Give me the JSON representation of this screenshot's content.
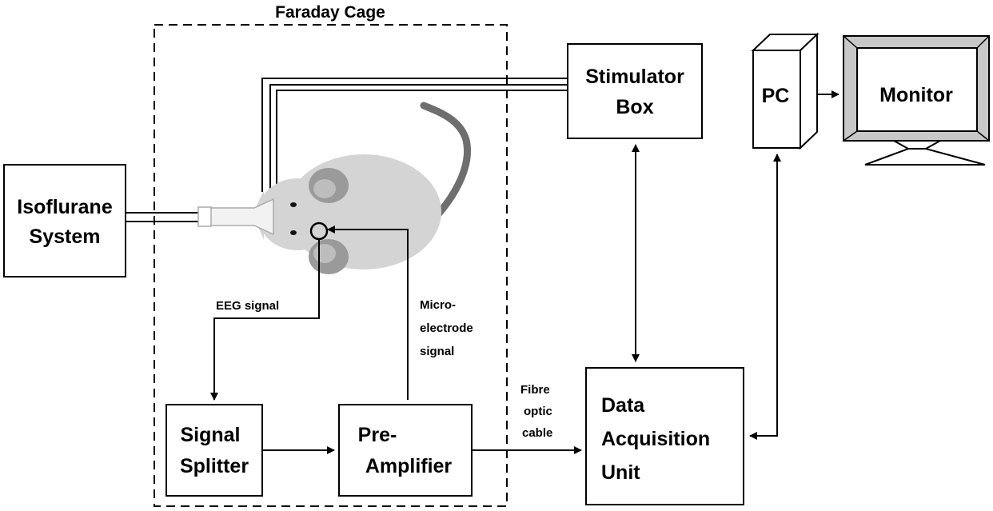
{
  "cage": {
    "title": "Faraday Cage"
  },
  "isoflurane": {
    "line1": "Isoflurane",
    "line2": "System"
  },
  "stimulator": {
    "line1": "Stimulator",
    "line2": "Box"
  },
  "pc": {
    "label": "PC"
  },
  "monitor": {
    "label": "Monitor"
  },
  "splitter": {
    "line1": "Signal",
    "line2": "Splitter"
  },
  "preamp": {
    "line1": "Pre-",
    "line2": "Amplifier"
  },
  "daq": {
    "line1": "Data",
    "line2": "Acquisition",
    "line3": "Unit"
  },
  "signals": {
    "eeg": "EEG signal",
    "micro1": "Micro-",
    "micro2": "electrode",
    "micro3": "signal",
    "fibre1": "Fibre",
    "fibre2": "optic",
    "fibre3": "cable"
  },
  "colors": {
    "mouse_body": "#d4d4d4",
    "ear": "#9a9a9a",
    "tail": "#6e6e6e",
    "monitor_frame": "#c8c8c8"
  }
}
